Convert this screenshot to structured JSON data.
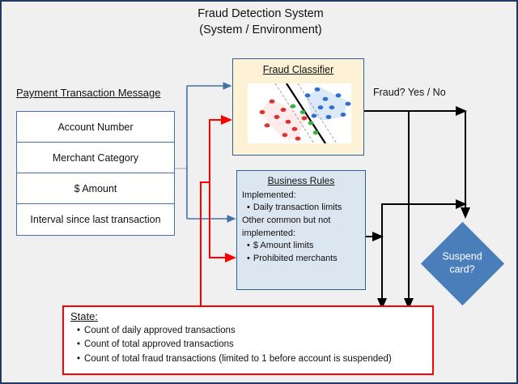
{
  "diagram": {
    "title_line1": "Fraud Detection System",
    "title_line2": "(System / Environment)",
    "background_color": "#f0f0f0",
    "border_color": "#1f3864"
  },
  "message": {
    "heading": "Payment Transaction Message",
    "fields": [
      "Account Number",
      "Merchant Category",
      "$ Amount",
      "Interval since last transaction"
    ],
    "border_color": "#4472a8",
    "fill_color": "#ffffff"
  },
  "classifier": {
    "title": "Fraud Classifier",
    "fill_color": "#fdf2d5",
    "border_color": "#2e5f9a",
    "plot": {
      "type": "scatter",
      "description": "support-vector-machine separating hyperplane with two class clusters",
      "decision_boundary_color": "#000000",
      "margin_line_color": "#808080",
      "classes": [
        {
          "name": "class-red",
          "color": "#e03030",
          "hull_fill": "#fdecec"
        },
        {
          "name": "class-blue",
          "color": "#2f6fd0",
          "hull_fill": "#dce9f8"
        },
        {
          "name": "support-vectors-green",
          "color": "#3cb043"
        }
      ],
      "points_red": [
        [
          18,
          48
        ],
        [
          30,
          30
        ],
        [
          36,
          56
        ],
        [
          24,
          70
        ],
        [
          44,
          44
        ],
        [
          50,
          64
        ],
        [
          58,
          76
        ],
        [
          46,
          86
        ],
        [
          62,
          92
        ],
        [
          70,
          58
        ]
      ],
      "points_blue": [
        [
          74,
          20
        ],
        [
          86,
          10
        ],
        [
          96,
          26
        ],
        [
          104,
          40
        ],
        [
          112,
          20
        ],
        [
          90,
          40
        ],
        [
          100,
          56
        ],
        [
          118,
          52
        ],
        [
          82,
          54
        ],
        [
          124,
          34
        ]
      ],
      "points_green": [
        [
          56,
          38
        ],
        [
          68,
          48
        ],
        [
          78,
          66
        ],
        [
          84,
          82
        ]
      ]
    }
  },
  "rules": {
    "title": "Business Rules",
    "lead_implemented": "Implemented:",
    "implemented": [
      "Daily transaction limits"
    ],
    "lead_not_implemented_line1": "Other common but not",
    "lead_not_implemented_line2": "implemented:",
    "not_implemented": [
      "$ Amount limits",
      "Prohibited merchants"
    ],
    "bullet_glyph": "•",
    "fill_color": "#dce6f1",
    "border_color": "#2e5f9a"
  },
  "decision": {
    "label_line1": "Suspend",
    "label_line2": "card?",
    "fill_color": "#4a7ebb",
    "text_color": "#ffffff"
  },
  "state": {
    "title": "State:",
    "items": [
      "Count of daily approved transactions",
      "Count of total approved transactions",
      "Count of total fraud transactions (limited to 1 before account is suspended)"
    ],
    "bullet_glyph": "•",
    "border_color": "#ff0000",
    "fill_color": "#ffffff"
  },
  "edges": {
    "fraud_label": "Fraud? Yes / No",
    "input_flow_color": "#4472a8",
    "state_feedback_color": "#ff0000",
    "output_flow_color": "#000000"
  }
}
